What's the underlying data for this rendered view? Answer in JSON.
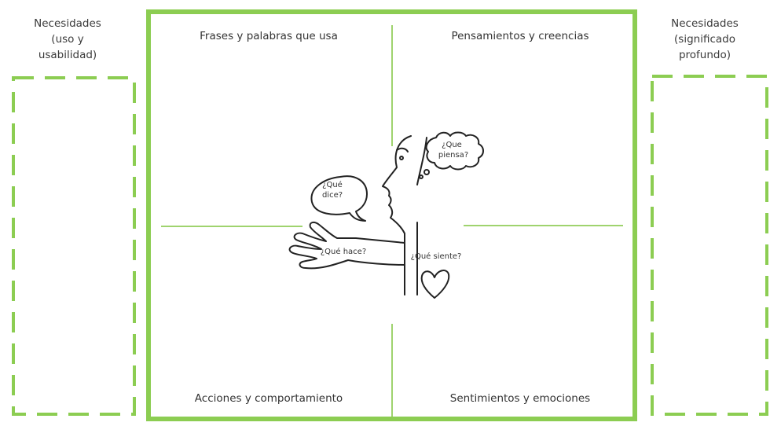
{
  "left_column": {
    "title": "Necesidades\n(uso y\nusabilidad)"
  },
  "right_column": {
    "title": "Necesidades\n(significado\nprofundo)"
  },
  "quadrants": {
    "top_left": "Frases y palabras que usa",
    "top_right": "Pensamientos y creencias",
    "bottom_left": "Acciones y comportamiento",
    "bottom_right": "Sentimientos y emociones"
  },
  "illustration": {
    "thinks_line1": "¿Que",
    "thinks_line2": "piensa?",
    "says_line1": "¿Qué",
    "says_line2": "dice?",
    "does": "¿Qué hace?",
    "feels": "¿Qué siente?"
  },
  "colors": {
    "accent_green": "#8ccd52",
    "text": "#333333"
  }
}
